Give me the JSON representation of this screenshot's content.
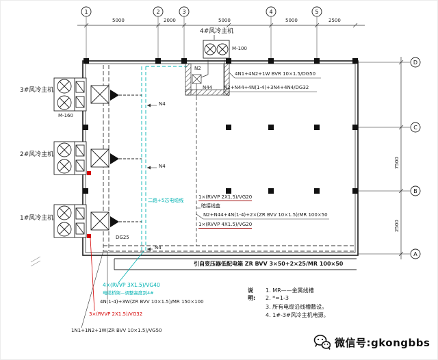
{
  "axes": {
    "top": [
      "1",
      "2",
      "3",
      "4",
      "5"
    ],
    "right": [
      "D",
      "C",
      "B",
      "A"
    ]
  },
  "dims": {
    "top": [
      "5000",
      "2000",
      "5000",
      "5000",
      "2500"
    ],
    "right": [
      "7500",
      "2500"
    ]
  },
  "units": {
    "u1": "1#风冷主机",
    "u2": "2#风冷主机",
    "u3": "3#风冷主机",
    "u4": "4#风冷主机",
    "m3": "M-160",
    "m4": "M-100"
  },
  "tags": {
    "n2": "N2",
    "n44": "N44",
    "n4": "N4",
    "dg25": "DG25"
  },
  "ann": {
    "a1": "4N1+4N2+1W BVR 10×1.5/DG50",
    "a2": "N2+N44+4N(1-4)+3N4+4N4/DG32",
    "a3": "1×(RVVP 2X1.5)/VG20",
    "a4": "暗接线盒",
    "a5": "N2+N44+4N(1-4)+2×(ZR BVV 10×1.5)/MR 100×50",
    "a6": "1×(RVVP 4X1.5)/VG20",
    "a7": "二路+5芯电缆线",
    "a8": "4×(RVVP 3X1.5)/VG40",
    "a9": "电缆桥架—调整高度到4#",
    "a10": "4N(1-4)+3W(ZR BVV 10×1.5)/MR 150×100",
    "a11": "3×(RVVP 2X1.5)/VG32",
    "a12": "1N1+1N2+1W(ZR BVV 10×1.5)/VG50",
    "a13": "引自变压器低配电箱 ZR BVV 3×50+2×25/MR 100×50"
  },
  "notes": {
    "title": "说明:",
    "items": [
      "1. MR——金属线槽",
      "2. *=1-3",
      "3. 所有电缆沿线槽敷设。",
      "4. 1#-3#风冷主机电源。"
    ]
  },
  "footer": {
    "wechat": "微信号:gkongbbs"
  },
  "colors": {
    "cyan": "#00b2b2",
    "red": "#d40000",
    "line": "#1a1a1a"
  }
}
